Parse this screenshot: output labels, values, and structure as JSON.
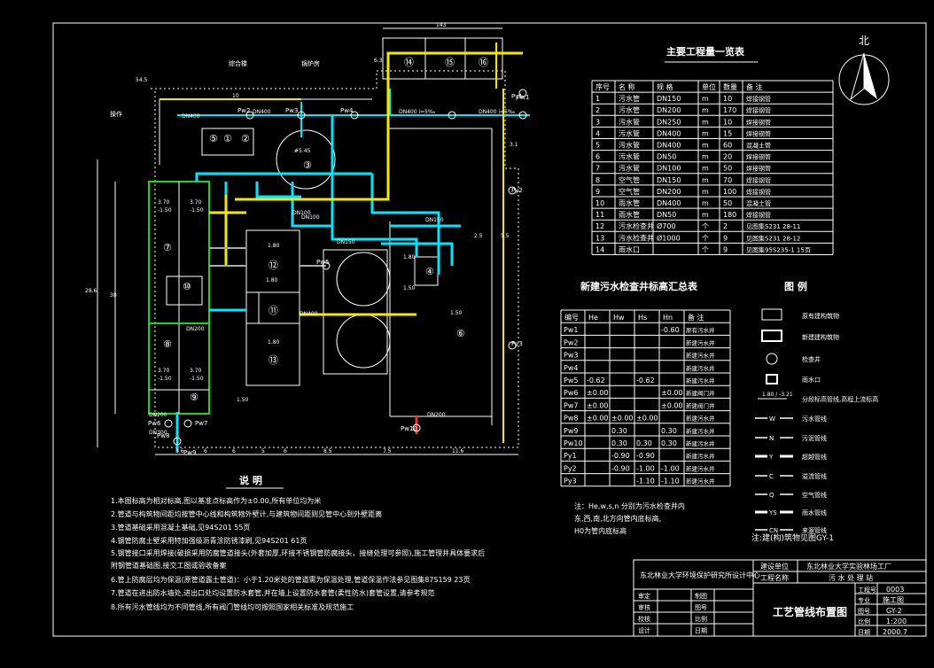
{
  "colors": {
    "background": "#000000",
    "line": "#ffffff",
    "water_pipe": "#00e5ff",
    "sewage_pipe": "#f5e800",
    "wall": "#19d619",
    "fixture": "#ff2a2a"
  },
  "north": {
    "label": "北",
    "icon": "north-arrow-icon"
  },
  "eq_table": {
    "title": "主要工程量一览表",
    "headers": [
      "序号",
      "名 称",
      "规 格",
      "单位",
      "数量",
      "备 注"
    ],
    "rows": [
      [
        "1",
        "污水管",
        "DN150",
        "m",
        "10",
        "焊接钢管"
      ],
      [
        "2",
        "污水管",
        "DN200",
        "m",
        "170",
        "焊接钢管"
      ],
      [
        "3",
        "污水管",
        "DN250",
        "m",
        "10",
        "焊接钢管"
      ],
      [
        "4",
        "污水管",
        "DN400",
        "m",
        "15",
        "焊接钢管"
      ],
      [
        "5",
        "污水管",
        "DN400",
        "m",
        "60",
        "混凝土管"
      ],
      [
        "6",
        "污水管",
        "DN50",
        "m",
        "20",
        "焊接钢管"
      ],
      [
        "7",
        "污水管",
        "DN100",
        "m",
        "50",
        "焊接钢管"
      ],
      [
        "8",
        "空气管",
        "DN150",
        "m",
        "70",
        "焊接钢管"
      ],
      [
        "9",
        "空气管",
        "DN200",
        "m",
        "100",
        "焊接钢管"
      ],
      [
        "10",
        "雨水管",
        "DN400",
        "m",
        "50",
        "混凝土管"
      ],
      [
        "11",
        "雨水管",
        "DN50",
        "m",
        "180",
        "焊接钢管"
      ],
      [
        "12",
        "污水检查井",
        "Ø700",
        "个",
        "2",
        "见图集S231 28-11"
      ],
      [
        "13",
        "污水检查井",
        "Ø1000",
        "个",
        "9",
        "见图集S231 28-12"
      ],
      [
        "14",
        "雨水口",
        "",
        "个",
        "9",
        "见图集95S235-1 15页"
      ]
    ]
  },
  "well_table": {
    "title": "新建污水检查井标高汇总表",
    "headers": [
      "编号",
      "He",
      "Hw",
      "Hs",
      "Hn",
      "备 注"
    ],
    "rows": [
      [
        "Pw1",
        "",
        "",
        "",
        "-0.60",
        "原有污水井"
      ],
      [
        "Pw2",
        "",
        "",
        "",
        "",
        "新建污水井"
      ],
      [
        "Pw3",
        "",
        "",
        "",
        "",
        "新建污水井"
      ],
      [
        "Pw4",
        "",
        "",
        "",
        "",
        "新建污水井"
      ],
      [
        "Pw5",
        "-0.62",
        "",
        "-0.62",
        "",
        "新建污水井"
      ],
      [
        "Pw6",
        "±0.00",
        "",
        "",
        "±0.00",
        "新建阀门井"
      ],
      [
        "Pw7",
        "±0.00",
        "",
        "",
        "±0.00",
        "新建阀门井"
      ],
      [
        "Pw8",
        "±0.00",
        "±0.00",
        "±0.00",
        "",
        "新建污水井"
      ],
      [
        "Pw9",
        "",
        "0.30",
        "",
        "0.30",
        "新建污水井"
      ],
      [
        "Pw10",
        "",
        "0.30",
        "0.30",
        "0.30",
        "新建污水井"
      ],
      [
        "Py1",
        "",
        "-0.90",
        "-0.90",
        "",
        "新建污水井"
      ],
      [
        "Py2",
        "",
        "-0.90",
        "-1.00",
        "-1.00",
        "新建污水井"
      ],
      [
        "Py3",
        "",
        "",
        "-1.10",
        "-1.10",
        "新建污水井"
      ]
    ],
    "note_lines": [
      "注：He,w,s,n 分别为污水检查井内",
      "  东,西,南,北方向管内底标高,",
      "  H0为管内底标高"
    ]
  },
  "legend": {
    "title": "图 例",
    "items": [
      "原有建构筑物",
      "新建建构筑物",
      "检查井",
      "雨水口",
      "分段标高管线,高程上流标高",
      "污水管线",
      "污泥管线",
      "超越管线",
      "溢流管线",
      "空气管线",
      "雨水管线",
      "来源管线"
    ],
    "line_codes": [
      "W",
      "N",
      "Y",
      "C",
      "Q",
      "YS",
      "CN"
    ],
    "sample_text": "1.80 / -3.21",
    "footnote": "注:建(构)筑物见图GY-1"
  },
  "notes": {
    "title": "说 明",
    "lines": [
      "1.本图标高为相对标高,图以基准点标高作为±0.00,所有单位均为米",
      "2.管道与构筑物间距均按管中心线和构筑物外壁计,与建筑物间距则见管中心到外壁距离",
      "3.管道基础采用混凝土基础,见94S201 55页",
      "4.钢管防腐土壁采用特加强级沥青涂防锈漆刷,见94S201 61页",
      "5.钢管接口采用焊接(破损采用防腐管道接头(外套加厚,环接不锈钢管防腐接头，接缝处理可参照),施工管理井具体要求后",
      "  附钢管道基础图,接交工图或验收备案",
      "6.管上防腐层均为保温(原管道露土管道)：小于1.20米处的管道需为保温处理,管道保温作法参见图集87S159 23页",
      "7.管道在进出防水墙处,进出口处均设置防水套管,并在墙上设置防水套管(柔性防水)套管设置,请参考规范",
      "8.所有污水管线均为不同管线,所有阀门管线均可按照国家相关标准及规范施工"
    ]
  },
  "title_block": {
    "org": "东北林业大学环境保护研究所设计中心",
    "labels": [
      "建设单位",
      "工程名称",
      "审定",
      "审核",
      "校核",
      "设计",
      "制图",
      "图号",
      "比例",
      "日期",
      "工程号",
      "专业",
      "图号"
    ],
    "client": "东北林业大学实验林场工厂",
    "project": "污 水 处 理 站",
    "drawing_title": "工艺管线布置图",
    "job_no": "0003",
    "discipline": "施工图",
    "drawing_no": "GY-2",
    "scale": "1:200",
    "date": "2000.7"
  },
  "plan": {
    "units": [
      "①",
      "②",
      "③",
      "④",
      "⑤",
      "⑥",
      "⑦",
      "⑧",
      "⑨",
      "⑩",
      "⑪",
      "⑫",
      "⑬",
      "⑭",
      "⑮",
      "⑯"
    ],
    "well_labels": [
      "Pw1",
      "Pw2",
      "Pw3",
      "Pw4",
      "Pw5",
      "Pw6",
      "Pw7",
      "Pw8",
      "Pw9",
      "Pw10",
      "Py1",
      "Py2",
      "Py3"
    ],
    "pipe_labels": [
      "DN400",
      "DN400",
      "DN400 i=5‰",
      "DN400 i=5‰",
      "DN150",
      "DN100",
      "DN200",
      "DN200",
      "DN300",
      "DN400",
      "DN200",
      "DN150",
      "DN100"
    ],
    "level_labels": [
      "3.70",
      "-1.50",
      "3.70",
      "-1.50",
      "3.70",
      "-1.50",
      "3.70",
      "-1.50",
      "1.80",
      "1.80",
      "1.80",
      "1.50",
      "1.50",
      "1.50",
      "1.80",
      "#5.45"
    ],
    "dimensions": [
      "3.6",
      "6",
      "6",
      "5",
      "6",
      "8.5",
      "7.5",
      "11.6",
      "38",
      "28.6",
      "54.5",
      "143",
      "6.3",
      "10",
      "5.5",
      "3.1",
      "2.5"
    ],
    "area_labels": [
      "综合楼",
      "锅炉房",
      "操作"
    ]
  }
}
